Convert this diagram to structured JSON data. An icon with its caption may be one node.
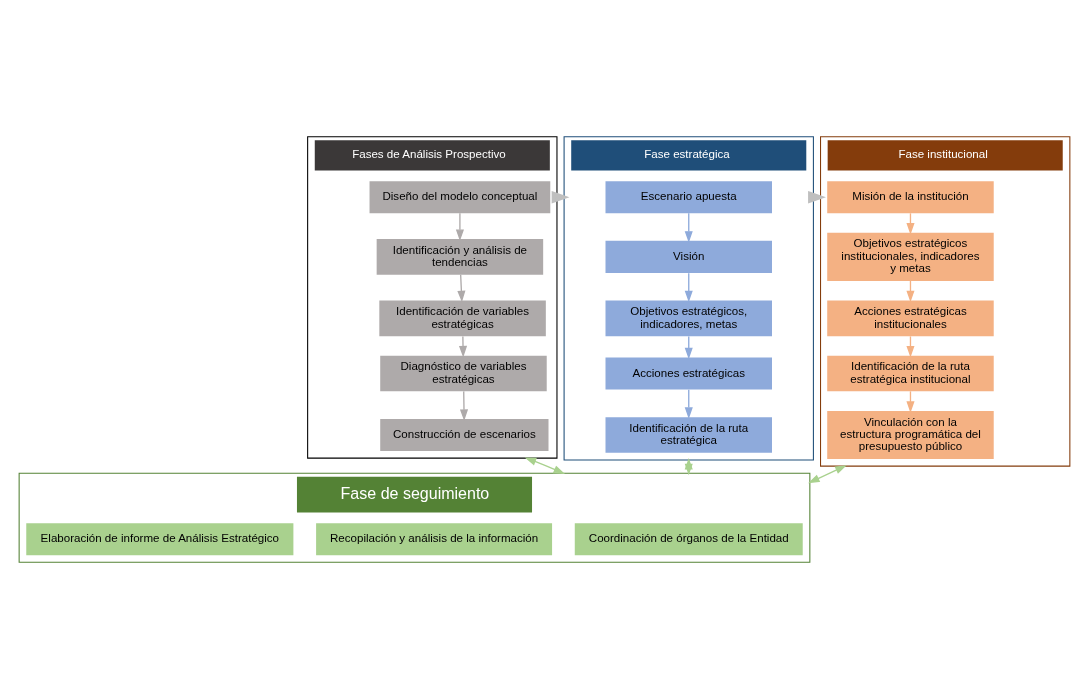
{
  "diagram": {
    "nodes": [
      {
        "text": [
          "Fases de Análisis Prospectivo"
        ]
      },
      {
        "text": [
          "Diseño del modelo conceptual"
        ],
        "in": 0
      },
      {
        "text": [
          "Identificación y análisis de tendencias"
        ],
        "in": 0
      },
      {
        "text": [
          "Identificación de variables estratégicas"
        ],
        "in": 0
      },
      {
        "text": [
          "Diagnóstico de variables estratégicas"
        ],
        "in": 0
      },
      {
        "text": [
          "Construcción de escenarios"
        ],
        "in": 0
      },
      {
        "text": [
          "Fase estratégica"
        ]
      },
      {
        "text": [
          "Escenario apuesta"
        ],
        "in": 6
      },
      {
        "text": [
          "Visión"
        ],
        "in": 6
      },
      {
        "text": [
          "Objetivos estratégicos, indicadores, metas"
        ],
        "in": 6
      },
      {
        "text": [
          "Acciones estratégicas"
        ],
        "in": 6
      },
      {
        "text": [
          "Identificación de la ruta estratégica"
        ],
        "in": 6
      },
      {
        "text": [
          "Fase institucional"
        ]
      },
      {
        "text": [
          "Misión de la institución"
        ],
        "in": 12
      },
      {
        "text": [
          "Objetivos estratégicos institucionales, indicadores y metas"
        ],
        "in": 12
      },
      {
        "text": [
          "Acciones estratégicas institucionales"
        ],
        "in": 12
      },
      {
        "text": [
          "Identificación de la ruta estratégica institucional"
        ],
        "in": 12
      },
      {
        "text": [
          "Vinculación con la estructura programática del presupuesto público"
        ],
        "in": 12
      },
      {
        "text": [
          "Fase de seguimiento"
        ]
      },
      {
        "text": [
          "Coordinación de órganos de la Entidad"
        ],
        "in": 18
      },
      {
        "text": [
          "Recopilación y análisis de la información"
        ],
        "in": 18
      },
      {
        "text": [
          "Elaboración de informe de Análisis Estratégico"
        ],
        "in": 18
      }
    ],
    "edges": [
      {
        "from": 0,
        "to": 6,
        "arrow": "to",
        "style": "thick",
        "color": "#bfbfbf"
      },
      {
        "from": 6,
        "to": 12,
        "arrow": "to",
        "style": "thick",
        "color": "#bfbfbf"
      },
      {
        "from": 1,
        "to": 2,
        "arrow": "to"
      },
      {
        "from": 2,
        "to": 3,
        "arrow": "to"
      },
      {
        "from": 3,
        "to": 4,
        "arrow": "to"
      },
      {
        "from": 4,
        "to": 5,
        "arrow": "to"
      },
      {
        "from": 7,
        "to": 8,
        "arrow": "to"
      },
      {
        "from": 8,
        "to": 9,
        "arrow": "to"
      },
      {
        "from": 9,
        "to": 10,
        "arrow": "to"
      },
      {
        "from": 10,
        "to": 11,
        "arrow": "to"
      },
      {
        "from": 13,
        "to": 14,
        "arrow": "to"
      },
      {
        "from": 14,
        "to": 15,
        "arrow": "to"
      },
      {
        "from": 15,
        "to": 16,
        "arrow": "to"
      },
      {
        "from": 16,
        "to": 17,
        "arrow": "to"
      },
      {
        "from": 0,
        "to": 18,
        "arrow": "both"
      },
      {
        "from": 6,
        "to": 18,
        "arrow": "both"
      },
      {
        "from": 12,
        "to": 18,
        "arrow": "both"
      }
    ]
  }
}
